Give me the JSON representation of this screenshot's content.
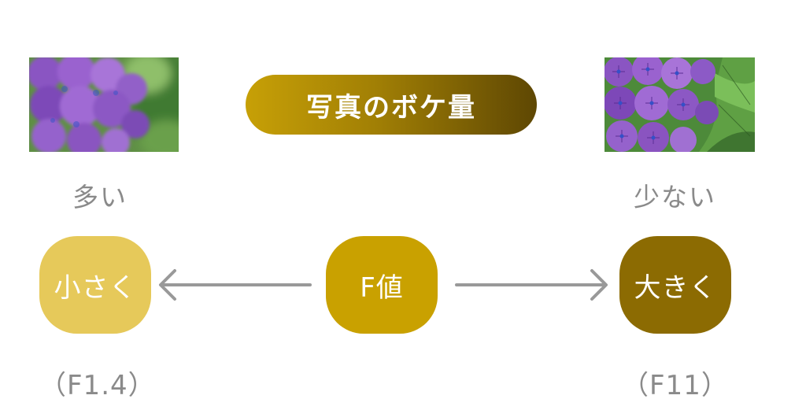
{
  "title": "写真のボケ量",
  "labels": {
    "many": "多い",
    "few": "少ない"
  },
  "nodes": {
    "small": "小さく",
    "center": "F値",
    "large": "大きく"
  },
  "f_values": {
    "small": "（F1.4）",
    "large": "（F11）"
  },
  "colors": {
    "title_gradient_start": "#c7a006",
    "title_gradient_end": "#5e4703",
    "node_small": "#e6c95a",
    "node_center": "#c9a100",
    "node_large": "#8c6b02",
    "arrow": "#999999",
    "label_text": "#8a8a8a"
  },
  "photos": {
    "left": "hydrangea-photo-shallow-depth",
    "right": "hydrangea-photo-deep-depth"
  }
}
